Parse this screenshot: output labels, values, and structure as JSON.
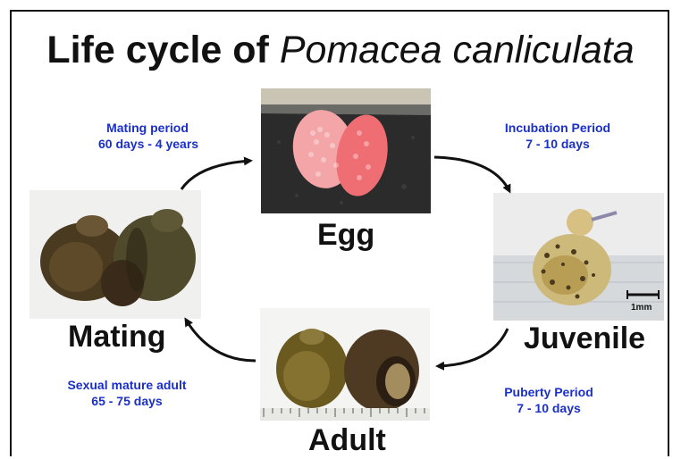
{
  "title": {
    "main": "Life cycle of",
    "species": "Pomacea canliculata"
  },
  "stages": {
    "egg": "Egg",
    "juvenile": "Juvenile",
    "adult": "Adult",
    "mating": "Mating"
  },
  "periods": {
    "mating": {
      "name": "Mating period",
      "duration": "60 days - 4 years"
    },
    "incubation": {
      "name": "Incubation Period",
      "duration": "7 - 10 days"
    },
    "puberty": {
      "name": "Puberty Period",
      "duration": "7 - 10 days"
    },
    "sexual_mature": {
      "name": "Sexual mature adult",
      "duration": "65 - 75 days"
    }
  },
  "scale_label": "1mm",
  "colors": {
    "period_text": "#1a2fcc",
    "stage_text": "#111111",
    "egg": "#f07a7a"
  }
}
